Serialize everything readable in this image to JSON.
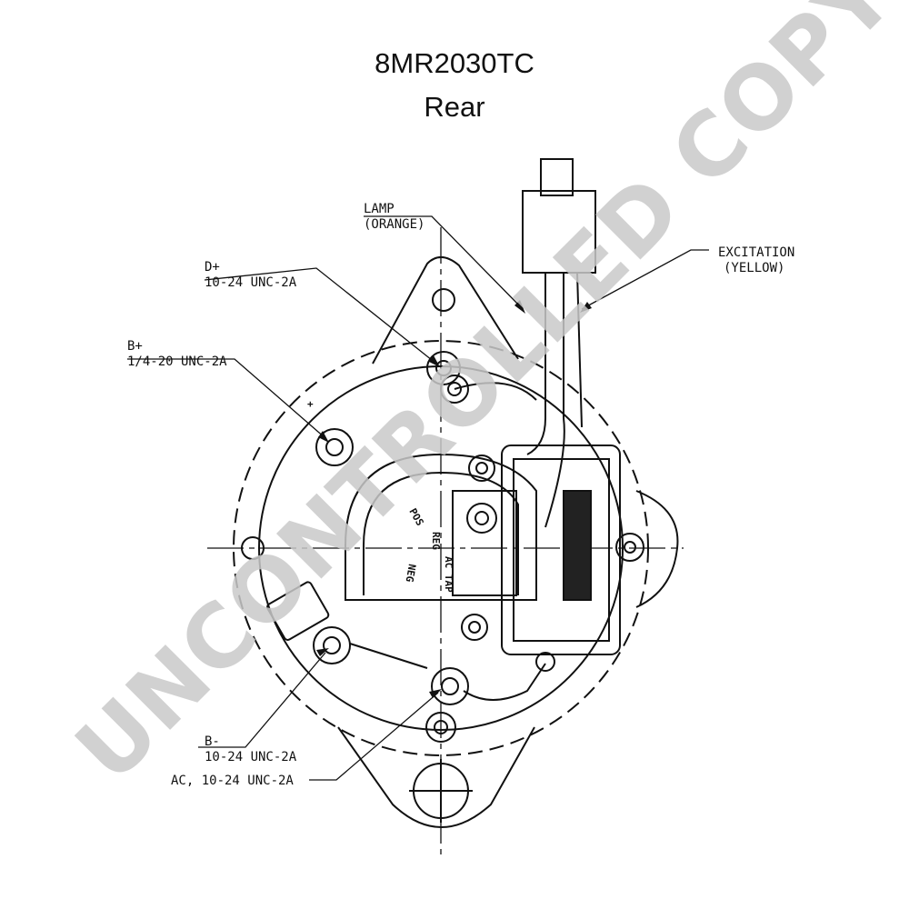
{
  "header": {
    "model": "8MR2030TC",
    "view": "Rear"
  },
  "callouts": {
    "lamp": {
      "line1": "LAMP",
      "line2": "(ORANGE)"
    },
    "excitation": {
      "line1": "EXCITATION",
      "line2": "(YELLOW)"
    },
    "d_plus": {
      "line1": "D+",
      "line2": "10-24 UNC-2A"
    },
    "b_plus": {
      "line1": "B+",
      "line2": "1/4-20 UNC-2A"
    },
    "b_minus": {
      "line1": "B-",
      "line2": "10-24 UNC-2A"
    },
    "ac": {
      "line1": "AC, 10-24 UNC-2A"
    }
  },
  "regulator_labels": {
    "reg": "REG",
    "pos": "POS",
    "neg": "NEG",
    "ac_tap": "AC TAP"
  },
  "watermark": {
    "text": "UNCONTROLLED COPY",
    "color": "#c9c9c9"
  }
}
